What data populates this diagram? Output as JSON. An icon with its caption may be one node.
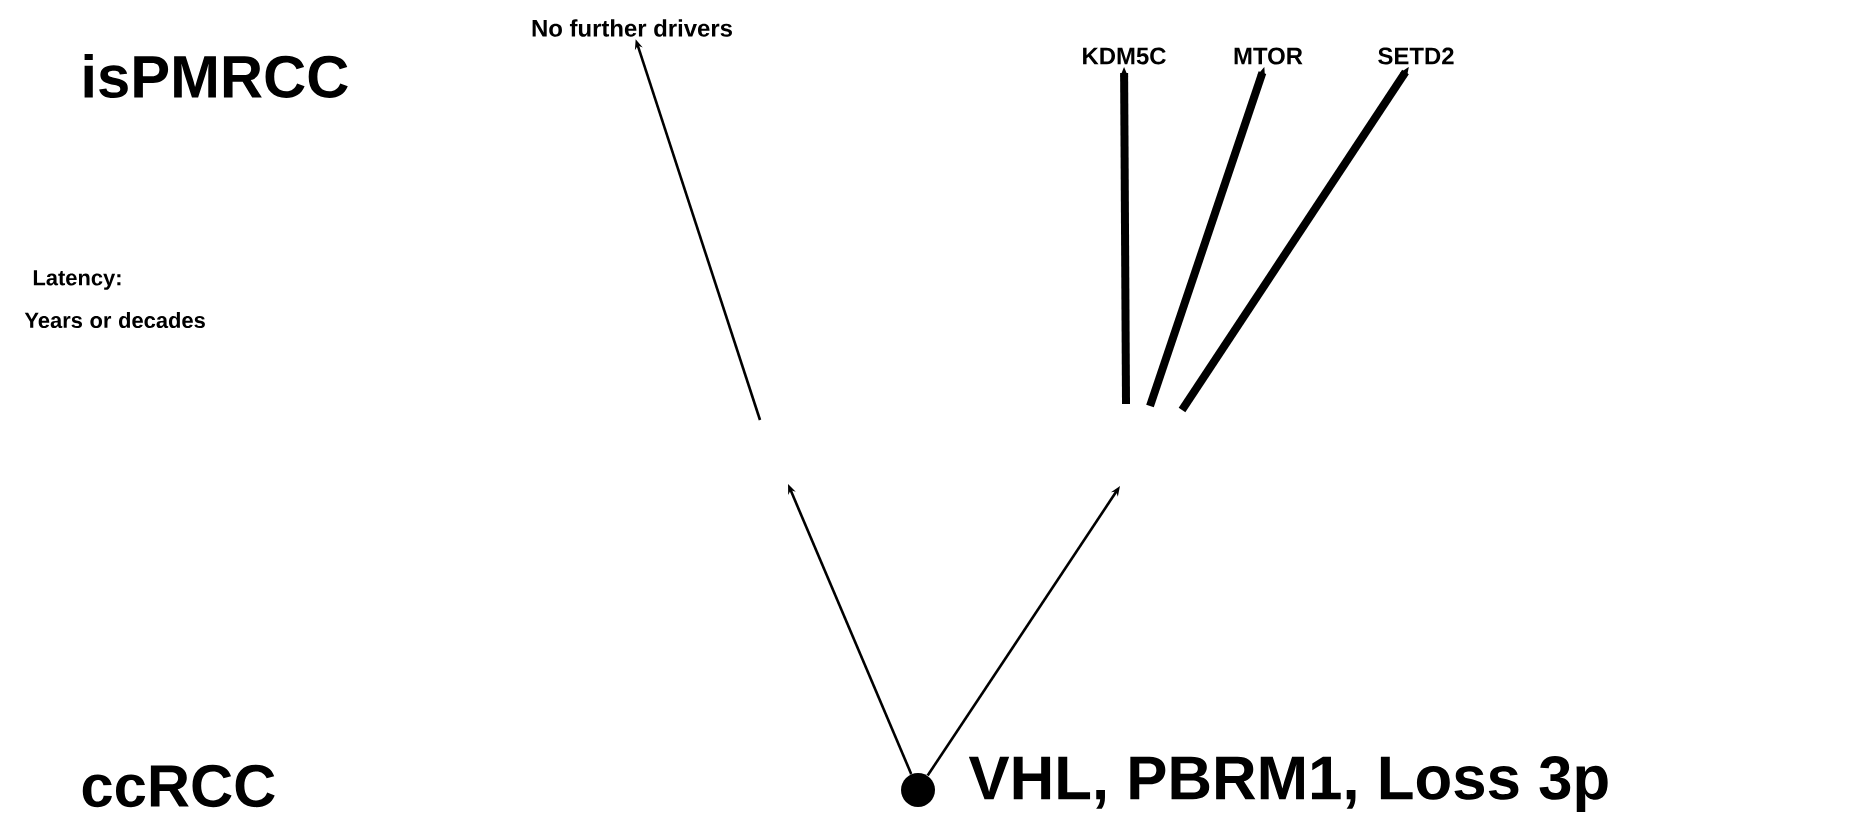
{
  "diagram": {
    "nodes": [
      {
        "text": [],
        "shape": "circle",
        "beside": [
          "VHL, PBRM1, Loss 3p"
        ]
      },
      {
        "text": [
          "No further drivers"
        ]
      },
      {
        "text": [
          "KDM5C"
        ]
      },
      {
        "text": [
          "MTOR"
        ]
      },
      {
        "text": [
          "SETD2"
        ]
      }
    ],
    "edges": [
      {
        "from": 0,
        "to": null,
        "arrow": "to"
      },
      {
        "from": 0,
        "to": null,
        "arrow": "to"
      },
      {
        "from": null,
        "to": 1,
        "arrow": "to"
      },
      {
        "from": null,
        "to": 2,
        "arrow": "to",
        "style": "thick"
      },
      {
        "from": null,
        "to": 3,
        "arrow": "to",
        "style": "thick"
      },
      {
        "from": null,
        "to": 4,
        "arrow": "to",
        "style": "thick"
      }
    ],
    "labels": [
      "isPMRCC",
      "Latency:",
      "Years or decades",
      "ccRCC"
    ]
  }
}
